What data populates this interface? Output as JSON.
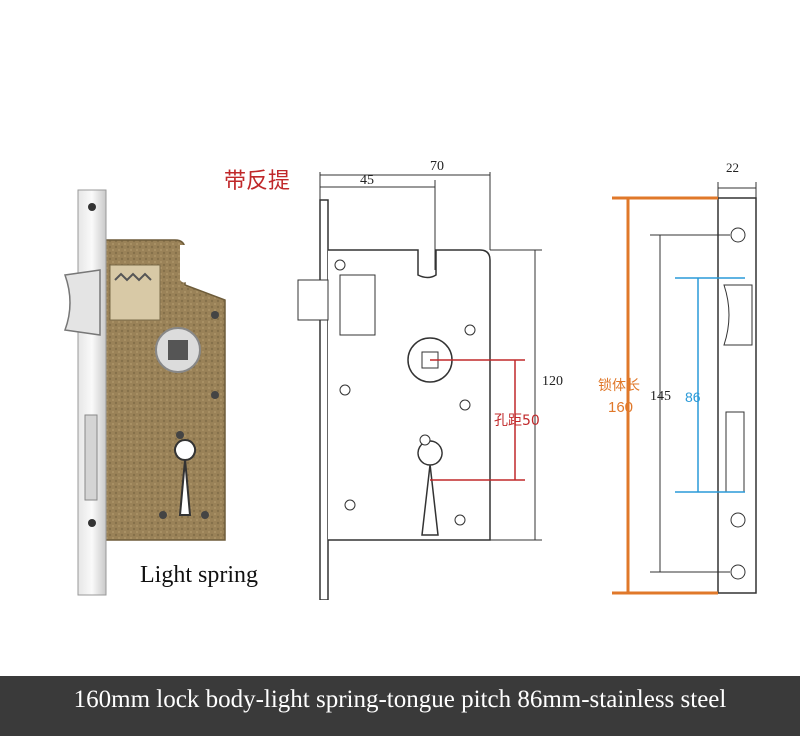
{
  "header": {
    "title_cn": "带反提"
  },
  "photo": {
    "caption": "Light spring"
  },
  "front_view": {
    "dim_70": "70",
    "dim_45": "45",
    "dim_120": "120",
    "hole_pitch_label": "孔距50"
  },
  "side_view": {
    "dim_22": "22",
    "dim_145": "145",
    "dim_86": "86",
    "body_length_label": "锁体长",
    "body_length_value": "160"
  },
  "footer": {
    "banner": "160mm lock body-light spring-tongue pitch 86mm-stainless steel"
  },
  "colors": {
    "accent_red": "#c0282a",
    "orange": "#e0782a",
    "blue": "#2a9ad8",
    "banner_bg": "#3a3a3a",
    "lock_body": "#9a8258"
  }
}
